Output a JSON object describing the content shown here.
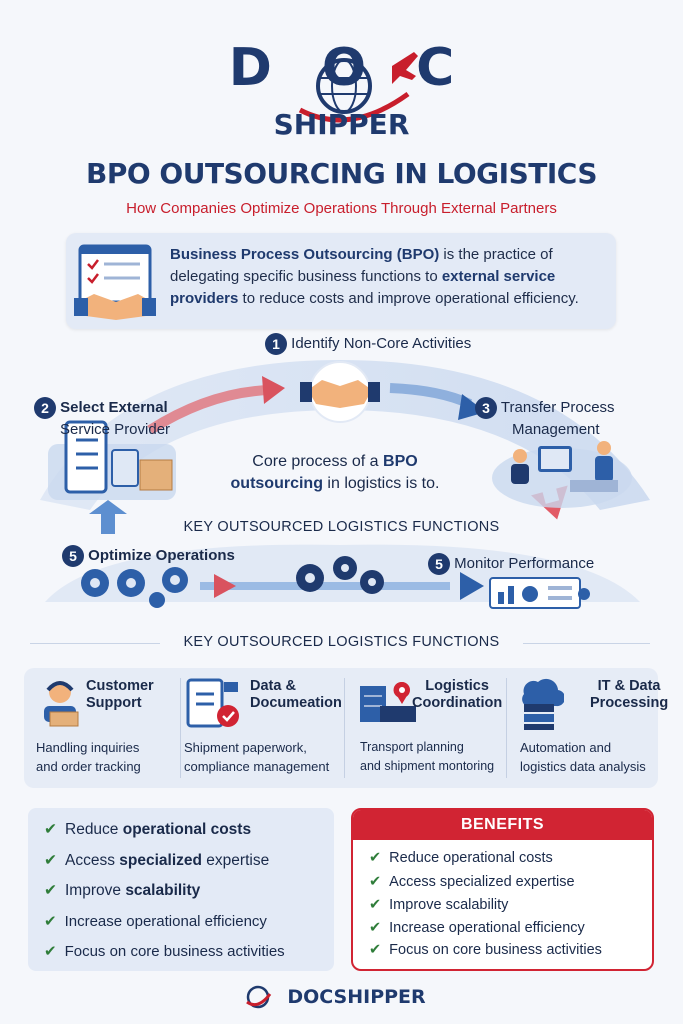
{
  "logo": {
    "word": "DOC",
    "sub": "SHIPPER"
  },
  "title": "BPO OUTSOURCING IN LOGISTICS",
  "subtitle": "How Companies Optimize Operations Through External Partners",
  "intro": {
    "b1": "Business Process Outsourcing (BPO)",
    "t1": " is the practice of delegating specific business functions to ",
    "b2": "external service providers",
    "t2": " to reduce costs and improve operational efficiency."
  },
  "process": {
    "steps": [
      {
        "num": "1",
        "label": "Identify Non-Core Activities"
      },
      {
        "num": "2",
        "label": "Select External",
        "label2": "Service Provider"
      },
      {
        "num": "3",
        "label": "Transfer Process",
        "label2": "Management"
      },
      {
        "num": "5",
        "label": "Optimize Operations"
      },
      {
        "num": "5",
        "label": "Monitor Performance"
      }
    ],
    "core_a": "Core process of a ",
    "core_b": "BPO",
    "core_c": "outsourcing",
    "core_d": " in logistics is to.",
    "inner_heading": "KEY OUTSOURCED LOGISTICS FUNCTIONS"
  },
  "functions_heading": "KEY OUTSOURCED LOGISTICS FUNCTIONS",
  "functions": [
    {
      "title1": "Customer",
      "title2": "Support",
      "desc1": "Handling inquiries",
      "desc2": "and order tracking",
      "icon": "headset-agent-icon"
    },
    {
      "title1": "Data &",
      "title2": "Documeation",
      "desc1": "Shipment paperwork,",
      "desc2": "compliance management",
      "icon": "clipboard-check-icon"
    },
    {
      "title1": "Logistics",
      "title2": "Coordination",
      "desc1": "Transport planning",
      "desc2": "and shipment montoring",
      "icon": "map-pin-server-icon"
    },
    {
      "title1": "IT & Data",
      "title2": "Processing",
      "desc1": "Automation and",
      "desc2": "logistics data analysis",
      "icon": "cloud-server-icon"
    }
  ],
  "left_list": [
    {
      "pre": "Reduce ",
      "bold": "operational costs",
      "post": ""
    },
    {
      "pre": "Access ",
      "bold": "specialized",
      "post": " expertise"
    },
    {
      "pre": "Improve ",
      "bold": "scalability",
      "post": ""
    },
    {
      "pre": "Increase operational efficiency",
      "bold": "",
      "post": ""
    },
    {
      "pre": "Focus on core business activities",
      "bold": "",
      "post": ""
    }
  ],
  "benefits": {
    "header": "BENEFITS",
    "items": [
      "Reduce operational costs",
      "Access specialized expertise",
      "Improve scalability",
      "Increase operational efficiency",
      "Focus on core business activities"
    ]
  },
  "footer": "DOCSHIPPER",
  "colors": {
    "navy": "#1f3a6e",
    "red": "#c81e2c",
    "green": "#2f7d3a",
    "panel": "#e3eaf6"
  }
}
